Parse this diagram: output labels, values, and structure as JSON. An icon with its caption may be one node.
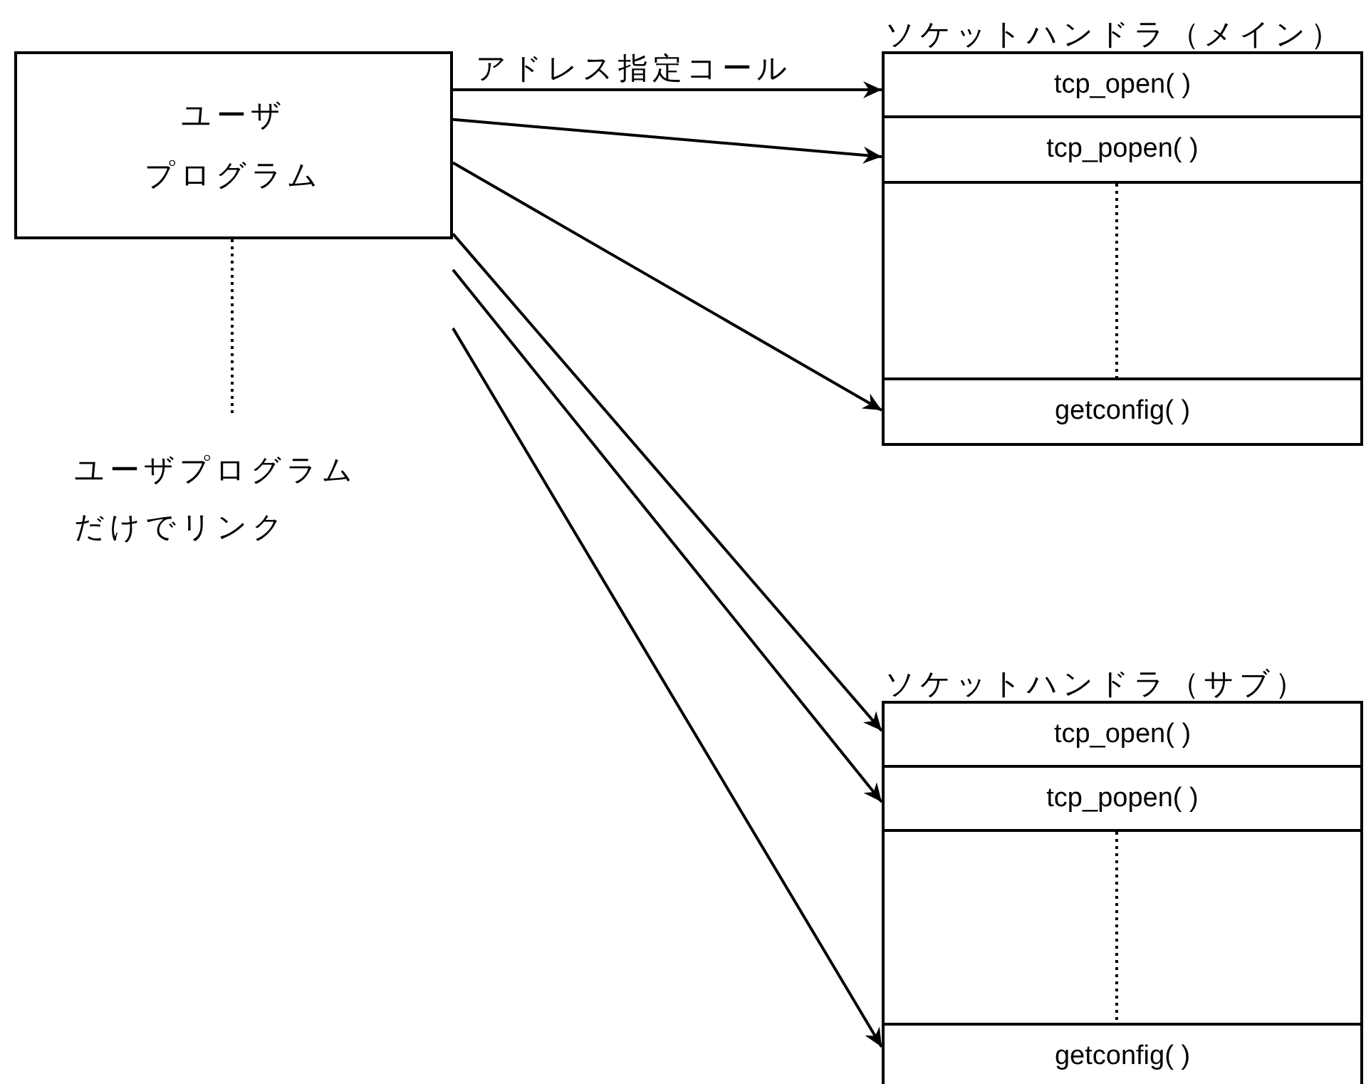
{
  "diagram": {
    "nodes": [
      {
        "text": [
          "ユーザ",
          "プログラム"
        ]
      },
      {
        "text": [
          "ソケットハンドラ（メイン）"
        ]
      },
      {
        "text": [
          "tcp_open( )"
        ],
        "in": 1
      },
      {
        "text": [
          "tcp_popen( )"
        ],
        "in": 1
      },
      {
        "text": [
          "getconfig( )"
        ],
        "in": 1
      },
      {
        "text": [
          "ソケットハンドラ（サブ）"
        ]
      },
      {
        "text": [
          "tcp_open( )"
        ],
        "in": 5
      },
      {
        "text": [
          "tcp_popen( )"
        ],
        "in": 5
      },
      {
        "text": [
          "getconfig( )"
        ],
        "in": 5
      },
      {
        "text": [
          "ユーザプログラムだけでリンク"
        ]
      }
    ],
    "edges": [
      {
        "from": 0,
        "to": 2,
        "arrow": "to",
        "label": "アドレス指定コール"
      },
      {
        "from": 0,
        "to": 3,
        "arrow": "to"
      },
      {
        "from": 0,
        "to": 4,
        "arrow": "to"
      },
      {
        "from": 0,
        "to": 6,
        "arrow": "to"
      },
      {
        "from": 0,
        "to": 7,
        "arrow": "to"
      },
      {
        "from": 0,
        "to": 8,
        "arrow": "to"
      },
      {
        "from": 0,
        "to": 9,
        "arrow": "none",
        "style": "dashed"
      },
      {
        "from": 3,
        "to": 4,
        "arrow": "none",
        "style": "dashed"
      },
      {
        "from": 7,
        "to": 8,
        "arrow": "none",
        "style": "dashed"
      }
    ]
  }
}
